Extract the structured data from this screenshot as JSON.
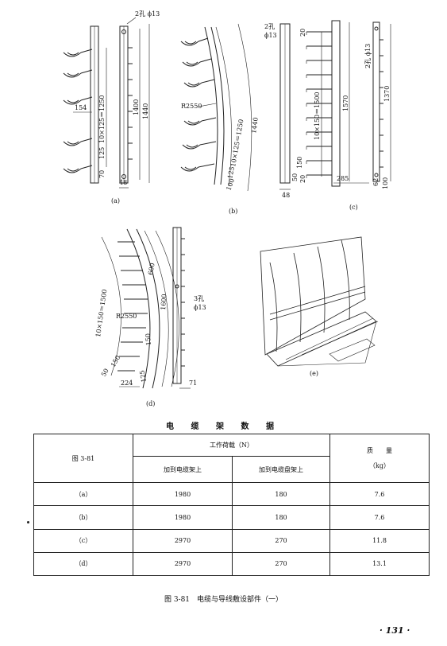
{
  "figure": {
    "a": {
      "sub_label": "(a)",
      "dim_hole": "2孔 ϕ13",
      "dim_pitch": "10×125＝1250",
      "dim_1400": "1400",
      "dim_1440": "1440",
      "dim_154": "154",
      "dim_125": "125",
      "dim_70": "70",
      "dim_48": "48"
    },
    "b": {
      "sub_label": "(b)",
      "dim_radius": "R2550",
      "dim_pitch": "10×125＝1250",
      "dim_1440": "1440",
      "dim_125": "125",
      "dim_100": "100"
    },
    "c": {
      "sub_label": "(c)",
      "dim_hole": "2孔",
      "dim_hole2": "ϕ13",
      "dim_20a": "20",
      "dim_20b": "20",
      "dim_pitch": "10×150＝1500",
      "dim_1570": "1570",
      "dim_hole_side": "2孔 ϕ13",
      "dim_1370": "1370",
      "dim_150": "150",
      "dim_50": "50",
      "dim_48": "48",
      "dim_285": "285",
      "dim_62": "62",
      "dim_100": "100"
    },
    "d": {
      "sub_label": "(d)",
      "dim_pitch": "10×150＝1500",
      "dim_radius": "R2550",
      "dim_600": "600",
      "dim_1600": "1600",
      "dim_150a": "150",
      "dim_150b": "150",
      "dim_50": "50",
      "dim_224": "224",
      "dim_125": "125",
      "dim_hole": "3孔",
      "dim_hole2": "ϕ13",
      "dim_71": "71"
    },
    "e": {
      "sub_label": "(e)"
    }
  },
  "table": {
    "title": "电 缆 架 数 据",
    "header_col1": "图 3-81",
    "header_load": "工作荷载（N）",
    "header_mass_1": "质　　量",
    "header_mass_2": "（kg）",
    "sub_cable_rack": "加到电缆架上",
    "sub_tray_rack": "加到电缆盘架上",
    "rows": [
      {
        "fig": "（a）",
        "cable_rack": "1980",
        "tray_rack": "180",
        "mass": "7.6"
      },
      {
        "fig": "（b）",
        "cable_rack": "1980",
        "tray_rack": "180",
        "mass": "7.6"
      },
      {
        "fig": "（c）",
        "cable_rack": "2970",
        "tray_rack": "270",
        "mass": "11.8"
      },
      {
        "fig": "（d）",
        "cable_rack": "2970",
        "tray_rack": "270",
        "mass": "13.1"
      }
    ]
  },
  "caption": "图 3-81　电缆与导线敷设部件（一）",
  "page_number": "· 131 ·"
}
